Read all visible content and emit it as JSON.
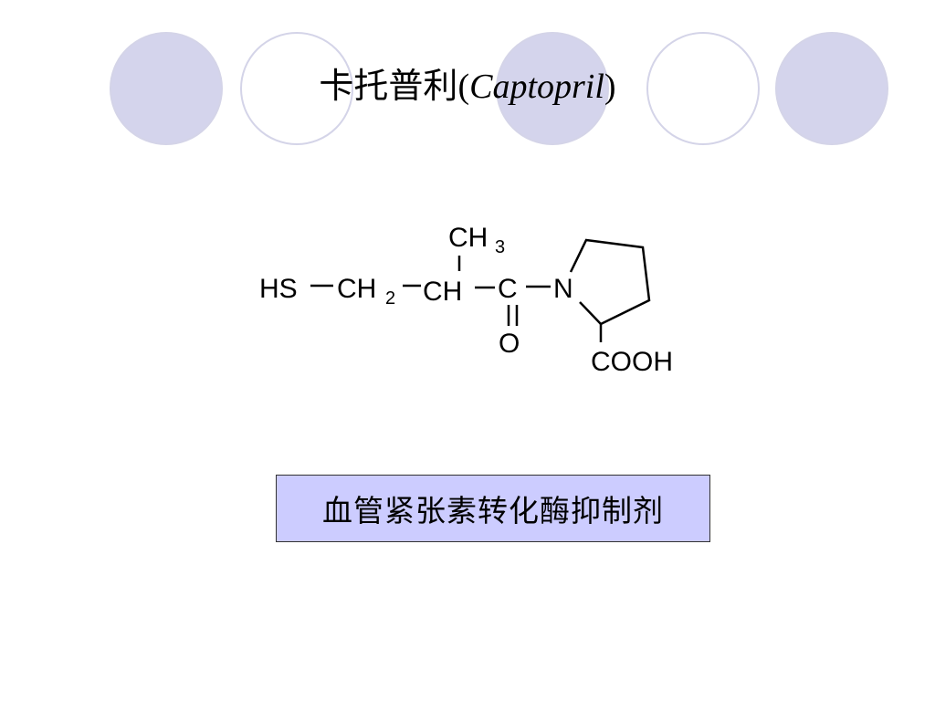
{
  "theme": {
    "circle_fill": "#d4d4ec",
    "circle_stroke": "#d4d4e8",
    "caption_fill": "#ccccff"
  },
  "title": {
    "cn": "卡托普利",
    "open_paren": "(",
    "en": "Captopril",
    "close_paren": ")"
  },
  "structure": {
    "hs": "HS",
    "ch2": "CH",
    "ch2_sub": "2",
    "ch": "CH",
    "c": "C",
    "n": "N",
    "ch3": "CH",
    "ch3_sub": "3",
    "o": "O",
    "cooh": "COOH"
  },
  "caption": {
    "text": "血管紧张素转化酶抑制剂"
  }
}
